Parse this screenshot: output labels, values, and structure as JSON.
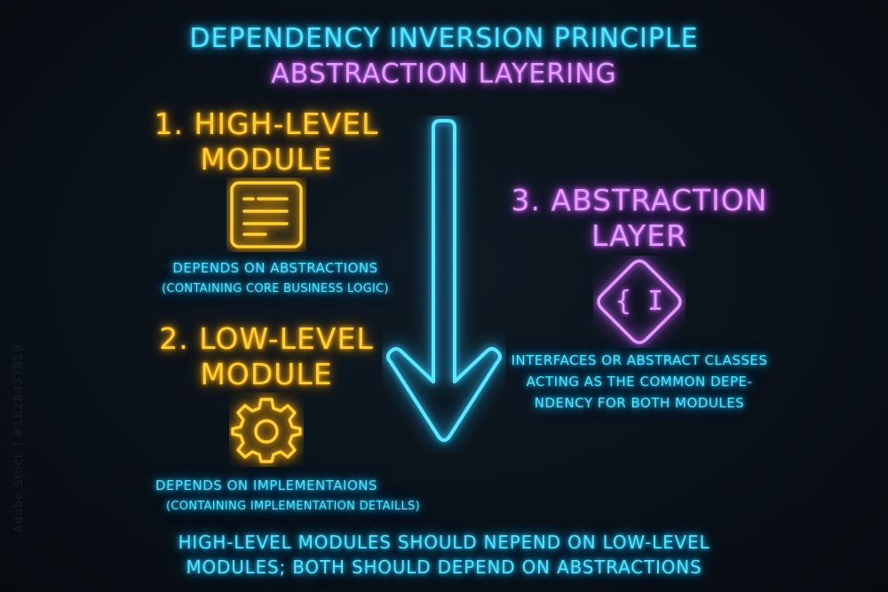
{
  "title": {
    "line1": "DEPENDENCY INVERSION PRINCIPLE",
    "line2": "ABSTRACTION LAYERING"
  },
  "high_level": {
    "heading_line1": "1. HIGH-LEVEL",
    "heading_line2": "MODULE",
    "icon": "document-icon",
    "desc_line1": "DEPENDS ON ABSTRACTIONS",
    "desc_line2": "(CONTAINING CORE BUSINESS LOGIC)"
  },
  "low_level": {
    "heading_line1": "2. LOW-LEVEL",
    "heading_line2": "MODULE",
    "icon": "gear-icon",
    "desc_line1": "DEPENDS ON IMPLEMENTAIONS",
    "desc_line2": "(CONTAINING IMPLEMENTATION DETAILLS)"
  },
  "abstraction": {
    "heading_line1": "3. ABSTRACTION",
    "heading_line2": "LAYER",
    "icon": "code-braces-icon",
    "icon_glyph": "{ I",
    "desc_line1": "INTERFACES OR ABSTRACT CLASSES",
    "desc_line2": "ACTING AS THE COMMON DEPE-",
    "desc_line3": "NDENCY FOR BOTH MODULES"
  },
  "footer": {
    "line1": "HIGH-LEVEL MODULES SHOULD NEPEND ON LOW-LEVEL",
    "line2": "MODULES; BOTH SHOULD DEPEND ON ABSTRACTIONS"
  },
  "watermark": "Adobe Stock | #1628437819",
  "colors": {
    "cyan": "#58e4ff",
    "purple": "#e59bff",
    "yellow": "#ffcf3a",
    "background": "#0a1118"
  }
}
